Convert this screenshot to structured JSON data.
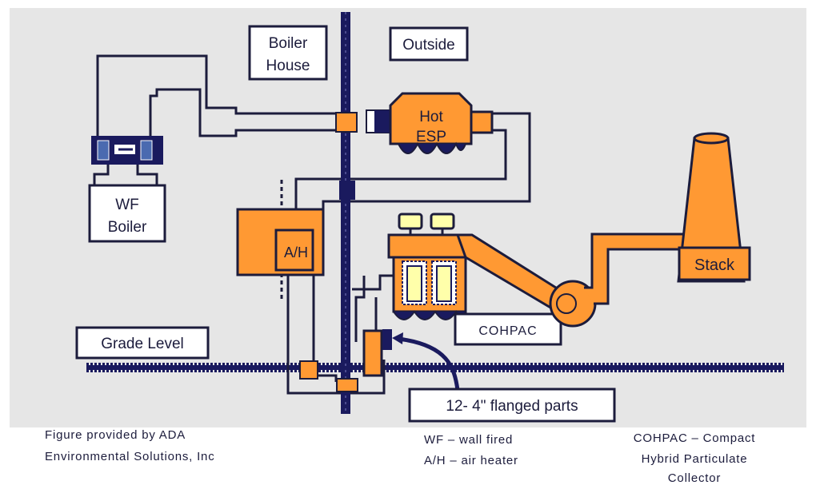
{
  "labels": {
    "boiler_house_line1": "Boiler",
    "boiler_house_line2": "House",
    "outside": "Outside",
    "hot_esp_line1": "Hot",
    "hot_esp_line2": "ESP",
    "wf_boiler_line1": "WF",
    "wf_boiler_line2": "Boiler",
    "air_heater": "A/H",
    "stack": "Stack",
    "cohpac": "COHPAC",
    "grade_level": "Grade Level",
    "flanged_parts": "12- 4\" flanged parts"
  },
  "notes": {
    "credit_line1": "Figure provided by ADA",
    "credit_line2": "Environmental Solutions, Inc",
    "wf_def": "WF – wall fired",
    "ah_def": "A/H – air heater",
    "cohpac_def_line1": "COHPAC – Compact",
    "cohpac_def_line2": "Hybrid Particulate",
    "cohpac_def_line3": "Collector"
  },
  "colors": {
    "background": "#e6e6e6",
    "orange": "#ff9933",
    "navy": "#1a1a5e",
    "outline": "#1c1c3c",
    "yellow": "#ffffaa"
  }
}
